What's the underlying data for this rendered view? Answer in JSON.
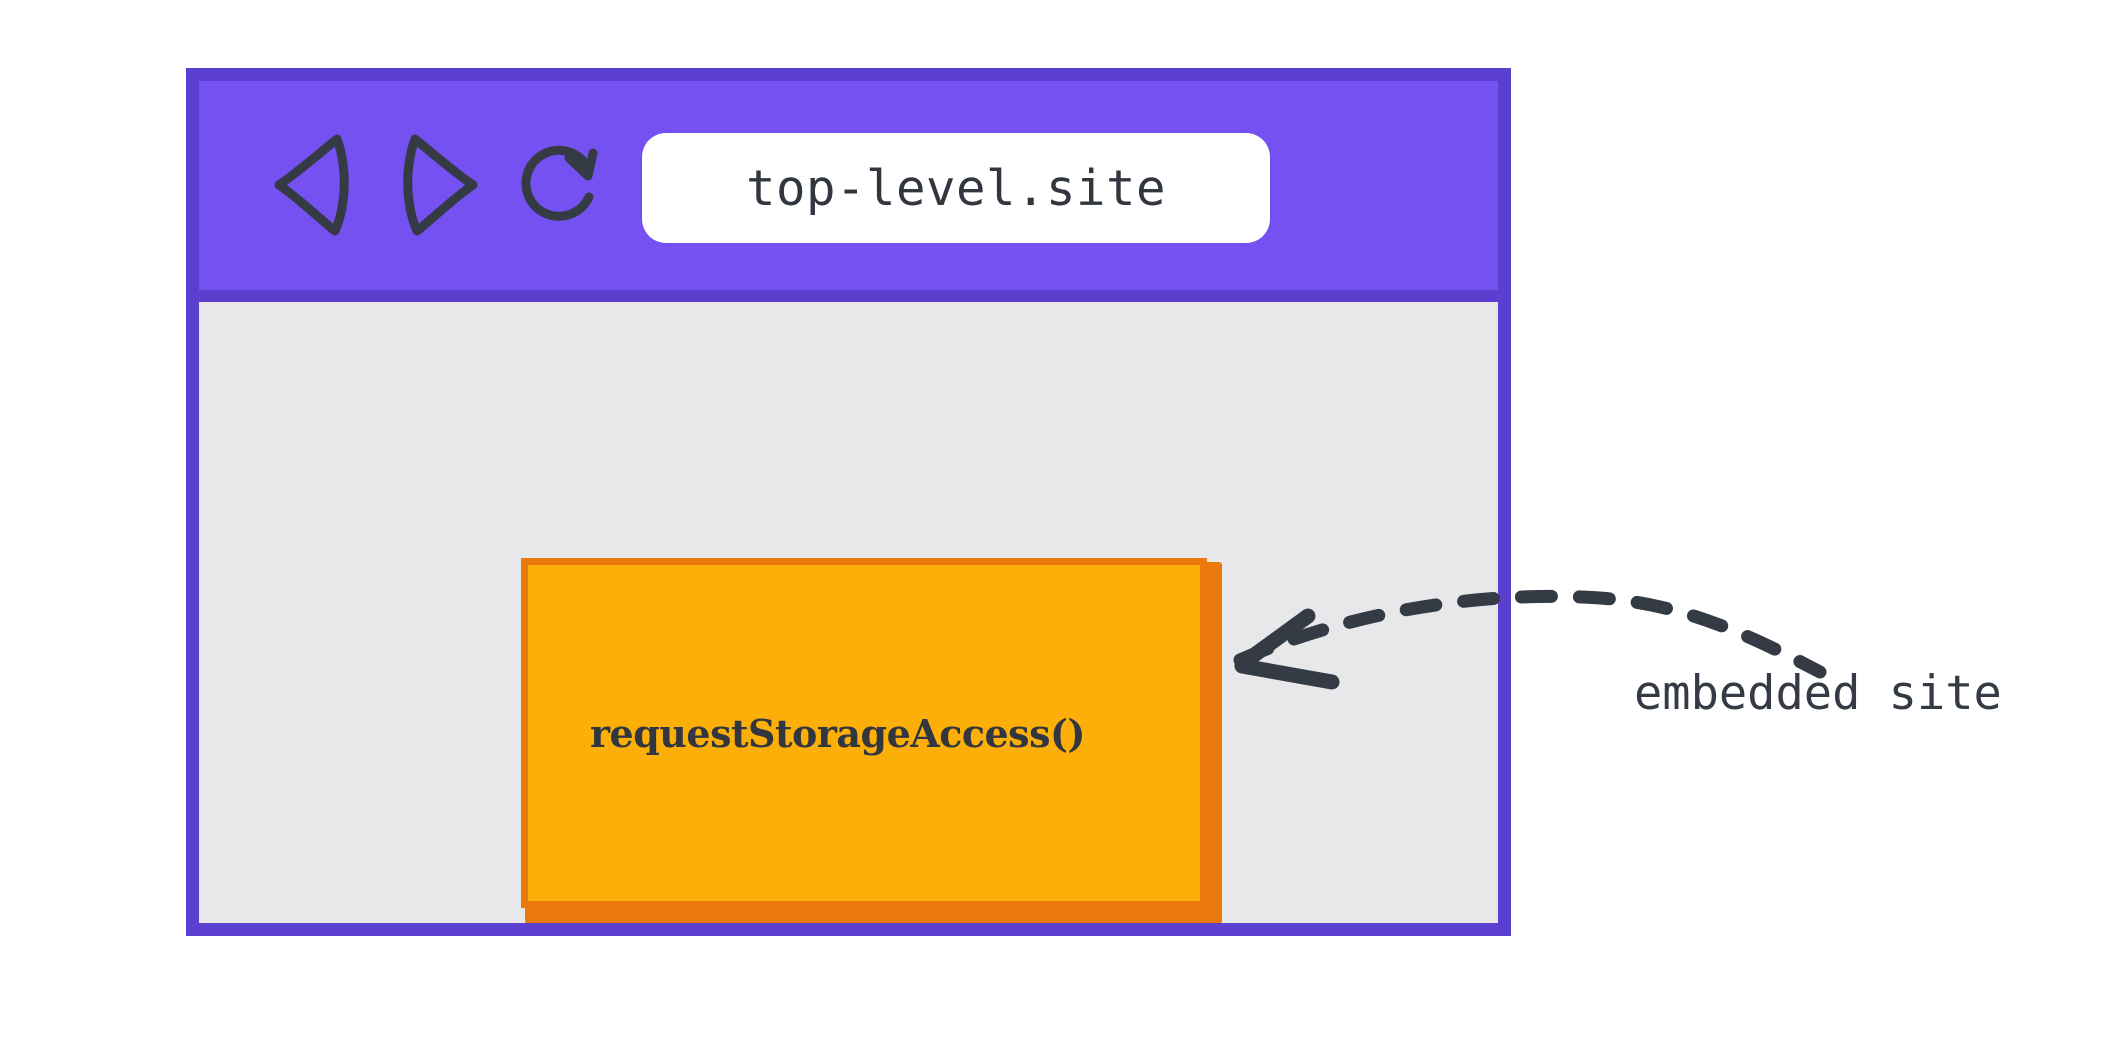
{
  "browser": {
    "url": "top-level.site",
    "toolbar": {
      "back_icon": "back-triangle-icon",
      "forward_icon": "forward-triangle-icon",
      "reload_icon": "reload-circular-arrow-icon"
    },
    "colors": {
      "chrome_fill": "#7551f2",
      "chrome_border": "#5b3fcf",
      "viewport_bg": "#e8e8ea",
      "url_pill_bg": "#ffffff",
      "url_text": "#31363f"
    }
  },
  "embedded": {
    "label": "requestStorageAccess()",
    "colors": {
      "fill": "#fcae09",
      "border": "#e8790a",
      "text": "#31363f"
    }
  },
  "annotation": {
    "label": "embedded site",
    "arrow_icon": "dashed-curved-arrow-icon",
    "color": "#353b45"
  }
}
